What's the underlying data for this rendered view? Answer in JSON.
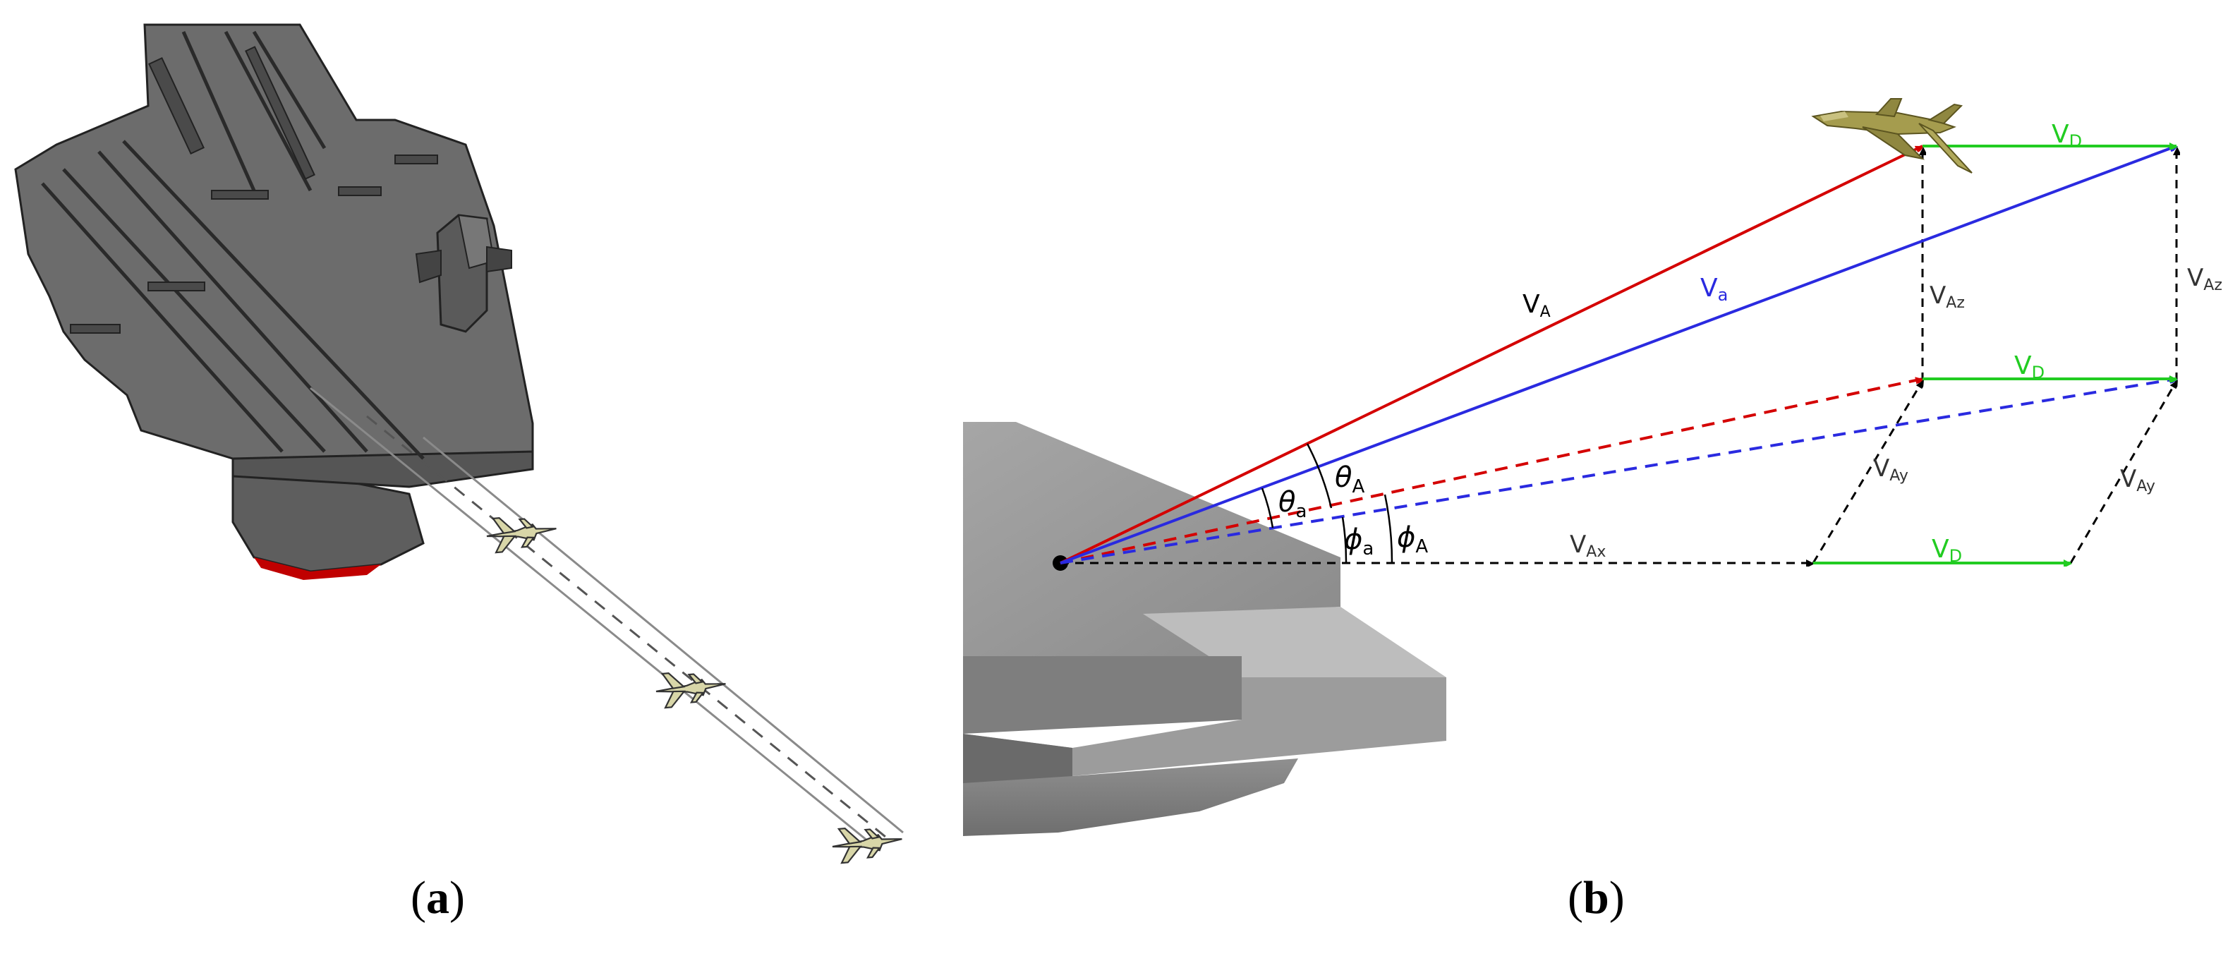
{
  "panels": {
    "a": {
      "caption_letter": "a"
    },
    "b": {
      "caption_letter": "b"
    }
  },
  "labels": {
    "VA": {
      "main": "V",
      "sub": "A"
    },
    "Va": {
      "main": "V",
      "sub": "a"
    },
    "thetaA": {
      "main": "θ",
      "sub": "A"
    },
    "thetaa": {
      "main": "θ",
      "sub": "a"
    },
    "phiA": {
      "main": "ϕ",
      "sub": "A"
    },
    "phia": {
      "main": "ϕ",
      "sub": "a"
    },
    "VD": {
      "main": "V",
      "sub": "D"
    },
    "VAz": {
      "main": "V",
      "sub": "Az"
    },
    "VAy": {
      "main": "V",
      "sub": "Ay"
    },
    "VAx": {
      "main": "V",
      "sub": "Ax"
    }
  },
  "colors": {
    "red_vector": "#d40000",
    "blue_vector": "#2a2ae0",
    "green_vector": "#22cc22",
    "black_dashed": "#000000",
    "ship_gray": "#6b6b6b",
    "deck_gray": "#9a9a9a",
    "aircraft_olive": "#a8a05a"
  }
}
